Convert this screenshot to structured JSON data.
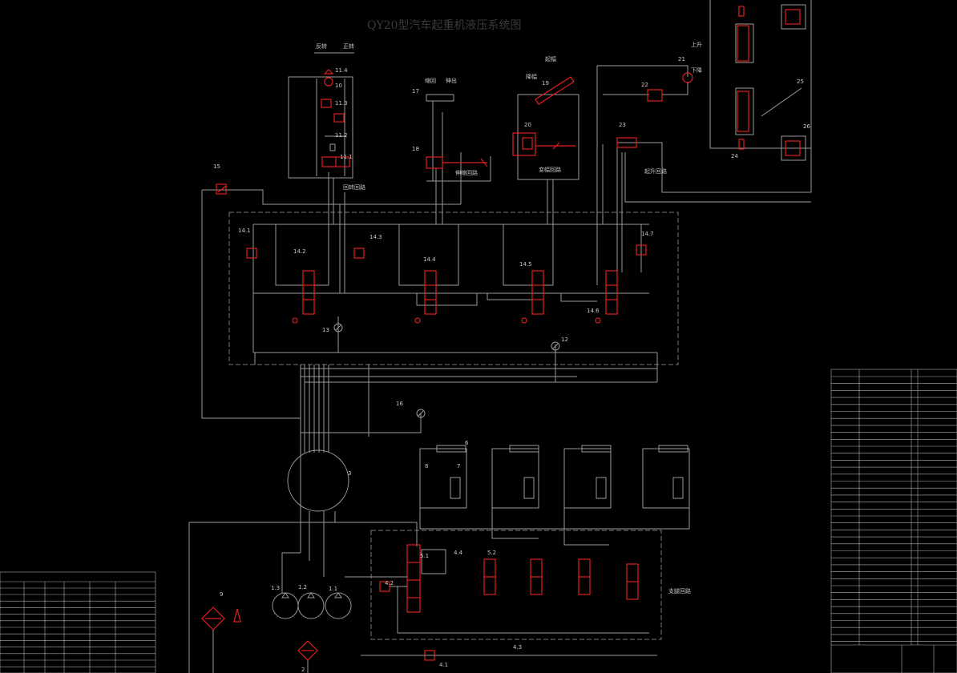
{
  "title": "QY20型汽车起重机液压系统图",
  "circuits": {
    "slewing": "回转回路",
    "telescoping": "伸缩回路",
    "luffing": "变幅回路",
    "hoisting": "起升回路",
    "outrigger": "支腿回路"
  },
  "directions": {
    "left_turn": "反转",
    "right_turn": "正转",
    "retract": "缩回",
    "extend": "伸出",
    "lower": "降幅",
    "raise": "起幅",
    "up": "上升",
    "down": "下降"
  },
  "component_numbers": {
    "n11_4": "11.4",
    "n10": "10",
    "n11_3": "11.3",
    "n11_2": "11.2",
    "n11_1": "11.1",
    "n15": "15",
    "n17": "17",
    "n18": "18",
    "n19": "19",
    "n20": "20",
    "n21": "21",
    "n22": "22",
    "n23": "23",
    "n25": "25",
    "n26": "26",
    "n24": "24",
    "n14_1": "14.1",
    "n14_2": "14.2",
    "n14_3": "14.3",
    "n14_4": "14.4",
    "n14_5": "14.5",
    "n14_6": "14.6",
    "n14_7": "14.7",
    "n13": "13",
    "n12": "12",
    "n16": "16",
    "n3": "3",
    "n6": "6",
    "n7": "7",
    "n8": "8",
    "n5_1": "5.1",
    "n5_2": "5.2",
    "n4_4": "4.4",
    "n4_2": "4.2",
    "n4_3": "4.3",
    "n4_1": "4.1",
    "n1_3": "1.3",
    "n1_2": "1.2",
    "n1_1": "1.1",
    "n9": "9",
    "n2": "2"
  }
}
